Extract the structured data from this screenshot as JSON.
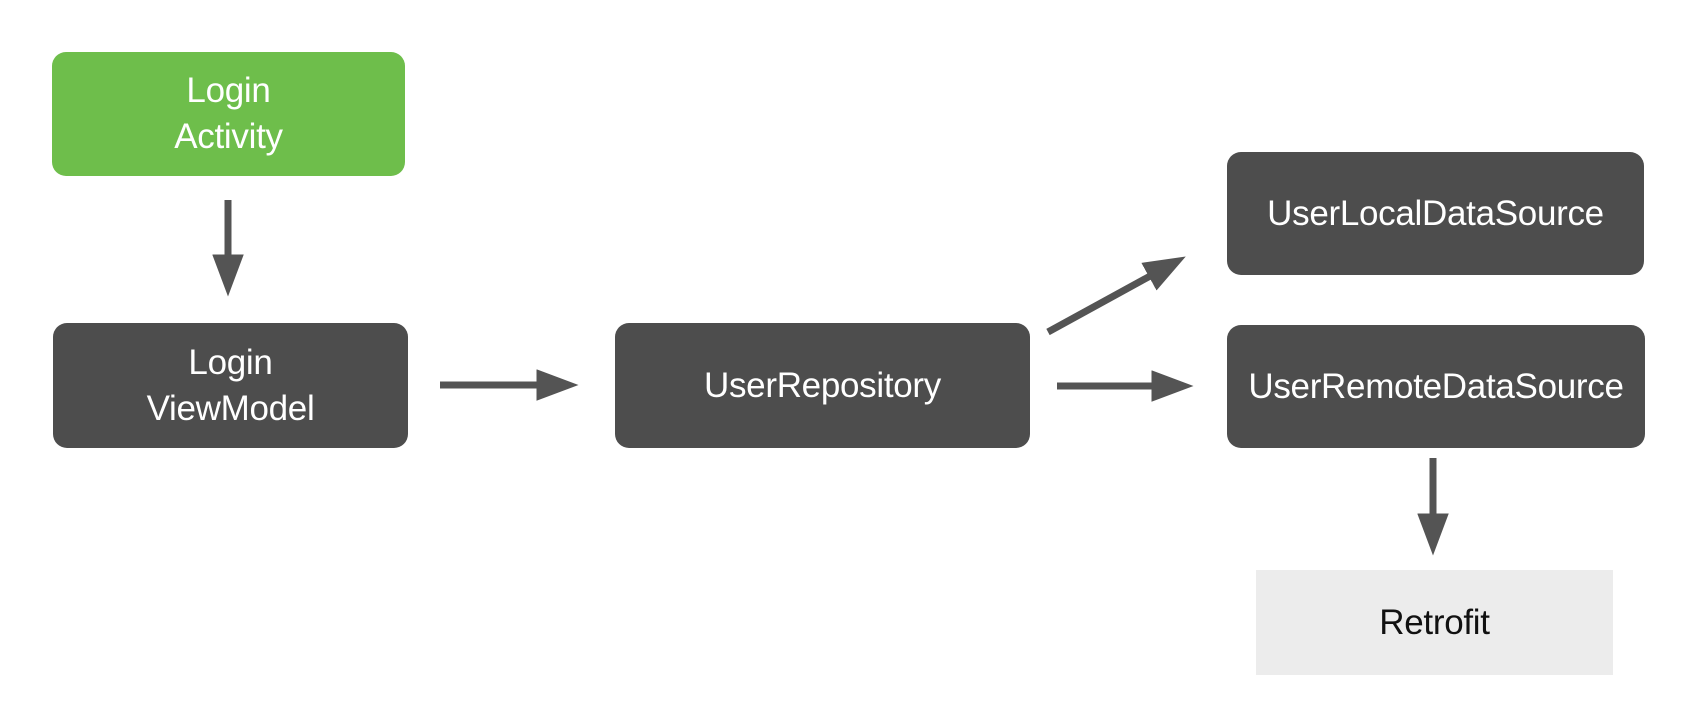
{
  "diagram": {
    "type": "architecture-flow-diagram",
    "nodes": {
      "login_activity": {
        "label": "Login\nActivity",
        "role": "ui-layer",
        "fill": "#6EBE4B",
        "text_color": "#FFFFFF"
      },
      "login_viewmodel": {
        "label": "Login\nViewModel",
        "role": "viewmodel-layer",
        "fill": "#4D4D4D",
        "text_color": "#FFFFFF"
      },
      "user_repository": {
        "label": "UserRepository",
        "role": "repository-layer",
        "fill": "#4D4D4D",
        "text_color": "#FFFFFF"
      },
      "user_local_data_source": {
        "label": "UserLocalDataSource",
        "role": "data-source",
        "fill": "#4D4D4D",
        "text_color": "#FFFFFF"
      },
      "user_remote_data_source": {
        "label": "UserRemoteDataSource",
        "role": "data-source",
        "fill": "#4D4D4D",
        "text_color": "#FFFFFF"
      },
      "retrofit": {
        "label": "Retrofit",
        "role": "network-library",
        "fill": "#ECECEC",
        "text_color": "#111111"
      }
    },
    "edges": [
      {
        "from": "login_activity",
        "to": "login_viewmodel",
        "direction": "down"
      },
      {
        "from": "login_viewmodel",
        "to": "user_repository",
        "direction": "right"
      },
      {
        "from": "user_repository",
        "to": "user_local_data_source",
        "direction": "up-right"
      },
      {
        "from": "user_repository",
        "to": "user_remote_data_source",
        "direction": "right"
      },
      {
        "from": "user_remote_data_source",
        "to": "retrofit",
        "direction": "down"
      }
    ],
    "colors": {
      "background": "#FFFFFF",
      "arrow": "#545454",
      "node_gray": "#4D4D4D",
      "node_green": "#6EBE4B",
      "node_light_gray": "#ECECEC"
    }
  }
}
